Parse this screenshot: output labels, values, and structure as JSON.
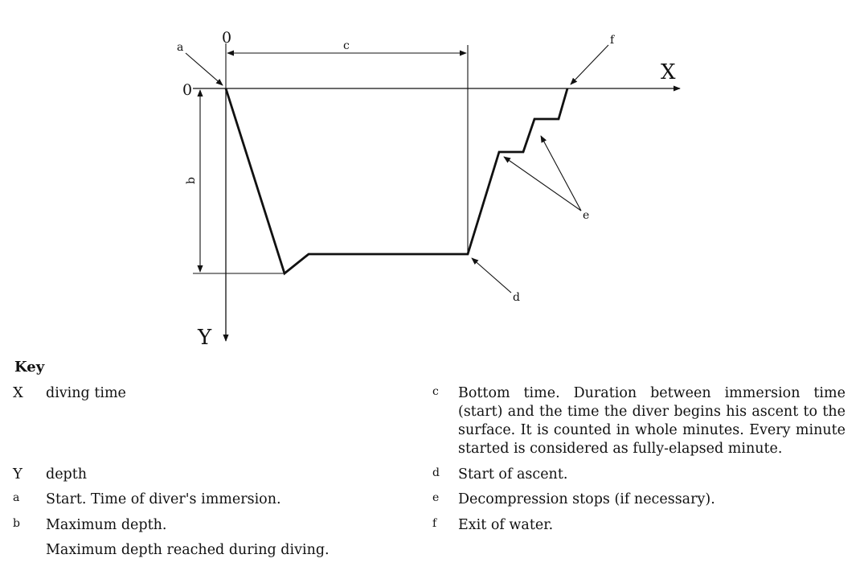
{
  "axes": {
    "x_label": "X",
    "y_label": "Y",
    "x_zero": "0",
    "y_zero": "0"
  },
  "callouts": {
    "a": "a",
    "b": "b",
    "c": "c",
    "d": "d",
    "e": "e",
    "f": "f"
  },
  "key": {
    "title": "Key",
    "items": [
      {
        "symbol": "X",
        "text": "diving time"
      },
      {
        "symbol": "Y",
        "text": "depth"
      },
      {
        "symbol": "a",
        "text": "Start. Time of diver's immersion."
      },
      {
        "symbol": "b",
        "text": "Maximum depth.",
        "text2": "Maximum depth reached during diving."
      },
      {
        "symbol": "c",
        "text": "Bottom time. Duration between immersion time (start) and the time the diver begins his ascent to the surface. It is counted in whole minutes. Every minute started is considered as fully-elapsed minute."
      },
      {
        "symbol": "d",
        "text": "Start of ascent."
      },
      {
        "symbol": "e",
        "text": "Decompression stops (if necessary)."
      },
      {
        "symbol": "f",
        "text": "Exit of water."
      }
    ]
  }
}
